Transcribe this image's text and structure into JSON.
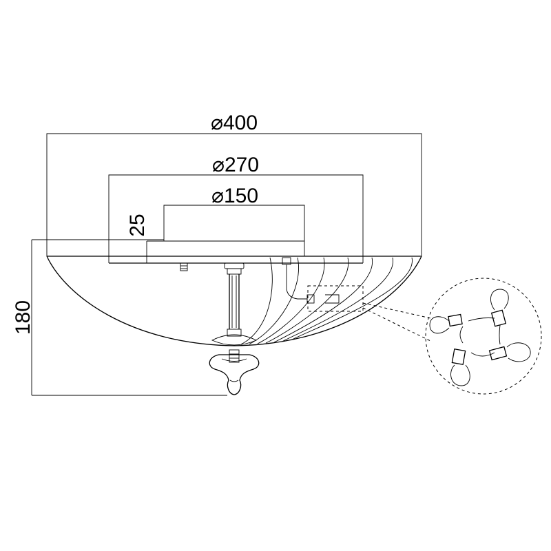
{
  "dimensions": {
    "outer_diameter": "⌀400",
    "middle_diameter": "⌀270",
    "inner_diameter": "⌀150",
    "canopy_height": "25",
    "total_height": "180"
  }
}
